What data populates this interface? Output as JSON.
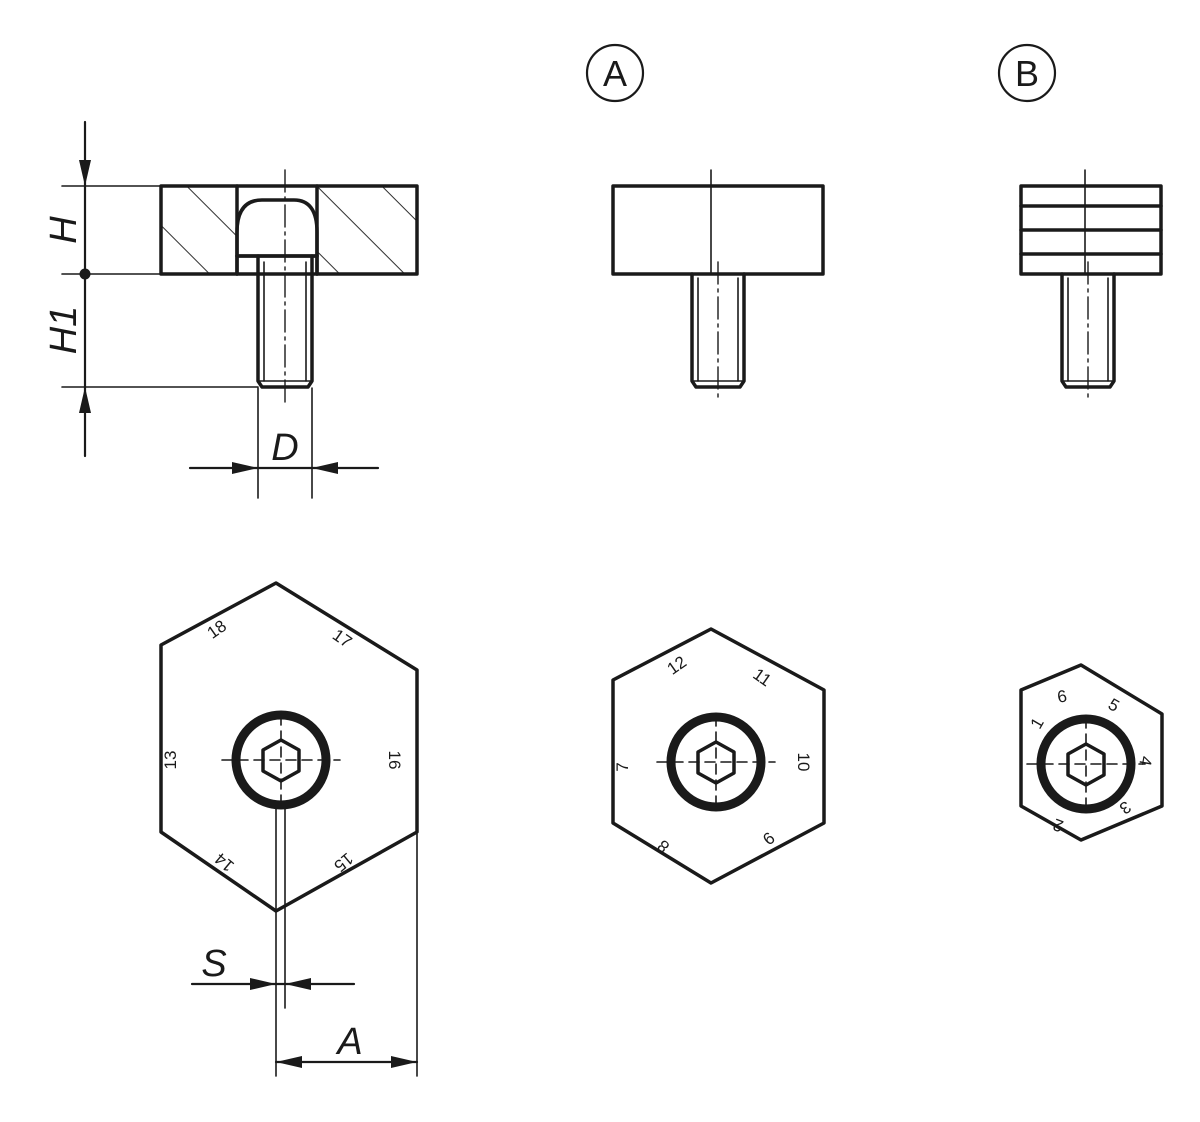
{
  "dimensions": {
    "H": "H",
    "H1": "H1",
    "D": "D",
    "S": "S",
    "A": "A"
  },
  "variants": {
    "a": "A",
    "b": "B"
  },
  "large_positions": [
    "18",
    "17",
    "13",
    "16",
    "14",
    "15"
  ],
  "medium_positions": [
    "12",
    "11",
    "7",
    "10",
    "8",
    "9"
  ],
  "small_positions": [
    "6",
    "5",
    "1",
    "4",
    "2",
    "3"
  ]
}
